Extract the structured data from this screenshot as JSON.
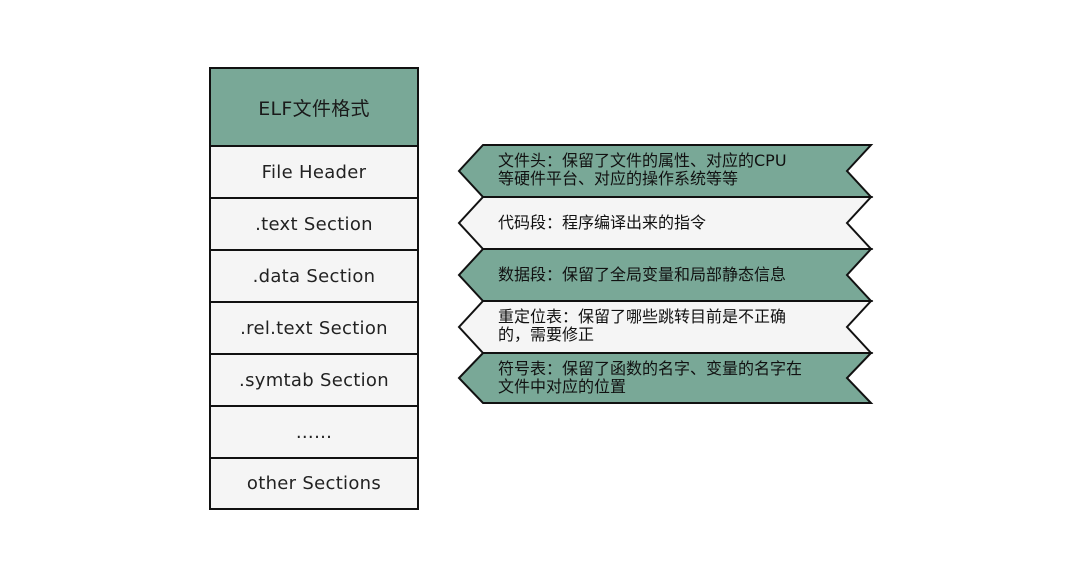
{
  "stack": {
    "header": "ELF文件格式",
    "rows": [
      "File Header",
      ".text Section",
      ".data Section",
      ".rel.text Section",
      ".symtab Section",
      "……",
      "other Sections"
    ]
  },
  "tags": [
    {
      "line1": "文件头：保留了文件的属性、对应的CPU",
      "line2": "等硬件平台、对应的操作系统等等",
      "fill": "#79a897"
    },
    {
      "line1": "代码段：程序编译出来的指令",
      "line2": "",
      "fill": "#f5f5f5"
    },
    {
      "line1": "数据段：保留了全局变量和局部静态信息",
      "line2": "",
      "fill": "#79a897"
    },
    {
      "line1": "重定位表：保留了哪些跳转目前是不正确",
      "line2": "的，需要修正",
      "fill": "#f5f5f5"
    },
    {
      "line1": "符号表：保留了函数的名字、变量的名字在",
      "line2": "文件中对应的位置",
      "fill": "#79a897"
    }
  ],
  "colors": {
    "accent": "#79a897",
    "light": "#f5f5f5",
    "stroke": "#111111"
  }
}
